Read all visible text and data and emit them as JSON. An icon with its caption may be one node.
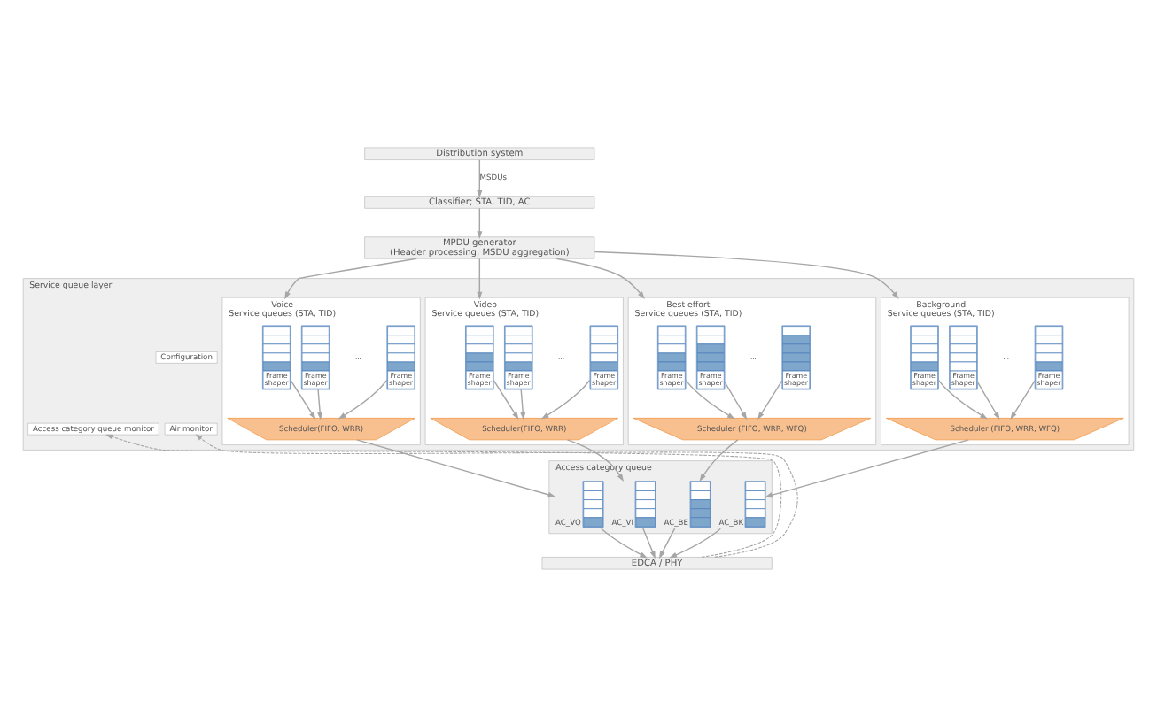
{
  "diagram": {
    "nodes": [
      {
        "text": [
          "Distribution system"
        ]
      },
      {
        "text": [
          "Classifier; STA, TID, AC"
        ]
      },
      {
        "text": [
          "MPDU generator",
          "(Header processing, MSDU aggregation)"
        ]
      },
      {
        "text": [
          "Service queue layer"
        ]
      },
      {
        "text": [
          "Configuration"
        ],
        "in": 3
      },
      {
        "text": [
          "Access category queue monitor"
        ],
        "in": 3
      },
      {
        "text": [
          "Air monitor"
        ],
        "in": 3
      },
      {
        "text": [
          "Voice",
          "Service queues (STA, TID)"
        ],
        "in": 3
      },
      {
        "text": [
          "Frame shaper"
        ],
        "in": 7
      },
      {
        "text": [
          "Frame shaper"
        ],
        "in": 7
      },
      {
        "text": [
          "Frame shaper"
        ],
        "in": 7
      },
      {
        "text": [
          "Scheduler(FIFO, WRR)"
        ],
        "in": 7
      },
      {
        "text": [
          "Video",
          "Service queues (STA, TID)"
        ],
        "in": 3
      },
      {
        "text": [
          "Frame shaper"
        ],
        "in": 12
      },
      {
        "text": [
          "Frame shaper"
        ],
        "in": 12
      },
      {
        "text": [
          "Frame shaper"
        ],
        "in": 12
      },
      {
        "text": [
          "Scheduler(FIFO, WRR)"
        ],
        "in": 12
      },
      {
        "text": [
          "Best effort",
          "Service queues (STA, TID)"
        ],
        "in": 3
      },
      {
        "text": [
          "Frame shaper"
        ],
        "in": 17
      },
      {
        "text": [
          "Frame shaper"
        ],
        "in": 17
      },
      {
        "text": [
          "Frame shaper"
        ],
        "in": 17
      },
      {
        "text": [
          "Scheduler (FIFO, WRR, WFQ)"
        ],
        "in": 17
      },
      {
        "text": [
          "Background",
          "Service queues (STA, TID)"
        ],
        "in": 3
      },
      {
        "text": [
          "Frame shaper"
        ],
        "in": 22
      },
      {
        "text": [
          "Frame shaper"
        ],
        "in": 22
      },
      {
        "text": [
          "Frame shaper"
        ],
        "in": 22
      },
      {
        "text": [
          "Scheduler (FIFO, WRR, WFQ)"
        ],
        "in": 22
      },
      {
        "text": [
          "Access category queue"
        ]
      },
      {
        "text": [],
        "shape": "bar",
        "in": 27,
        "beside": [
          "AC_VO"
        ]
      },
      {
        "text": [],
        "shape": "bar",
        "in": 27,
        "beside": [
          "AC_VI"
        ]
      },
      {
        "text": [],
        "shape": "bar",
        "in": 27,
        "beside": [
          "AC_BE"
        ]
      },
      {
        "text": [],
        "shape": "bar",
        "in": 27,
        "beside": [
          "AC_BK"
        ]
      },
      {
        "text": [
          "EDCA / PHY"
        ]
      }
    ],
    "edges": [
      {
        "from": 0,
        "to": 1,
        "arrow": "to",
        "label": "MSDUs"
      },
      {
        "from": 1,
        "to": 2,
        "arrow": "to"
      },
      {
        "from": 2,
        "to": 7,
        "arrow": "to"
      },
      {
        "from": 2,
        "to": 12,
        "arrow": "to"
      },
      {
        "from": 2,
        "to": 17,
        "arrow": "to"
      },
      {
        "from": 2,
        "to": 22,
        "arrow": "to"
      },
      {
        "from": 8,
        "to": 11,
        "arrow": "to"
      },
      {
        "from": 9,
        "to": 11,
        "arrow": "to"
      },
      {
        "from": 10,
        "to": 11,
        "arrow": "to"
      },
      {
        "from": 13,
        "to": 16,
        "arrow": "to"
      },
      {
        "from": 14,
        "to": 16,
        "arrow": "to"
      },
      {
        "from": 15,
        "to": 16,
        "arrow": "to"
      },
      {
        "from": 18,
        "to": 21,
        "arrow": "to"
      },
      {
        "from": 19,
        "to": 21,
        "arrow": "to"
      },
      {
        "from": 20,
        "to": 21,
        "arrow": "to"
      },
      {
        "from": 23,
        "to": 26,
        "arrow": "to"
      },
      {
        "from": 24,
        "to": 26,
        "arrow": "to"
      },
      {
        "from": 25,
        "to": 26,
        "arrow": "to"
      },
      {
        "from": 11,
        "to": 28,
        "arrow": "to"
      },
      {
        "from": 16,
        "to": 29,
        "arrow": "to"
      },
      {
        "from": 21,
        "to": 30,
        "arrow": "to"
      },
      {
        "from": 26,
        "to": 31,
        "arrow": "to"
      },
      {
        "from": 28,
        "to": 32,
        "arrow": "to"
      },
      {
        "from": 29,
        "to": 32,
        "arrow": "to"
      },
      {
        "from": 30,
        "to": 32,
        "arrow": "to"
      },
      {
        "from": 31,
        "to": 32,
        "arrow": "to"
      },
      {
        "from": 32,
        "to": 5,
        "arrow": "to",
        "style": "dashed"
      },
      {
        "from": 32,
        "to": 6,
        "arrow": "to",
        "style": "dashed"
      }
    ],
    "labels": [
      "...",
      "...",
      "...",
      "..."
    ]
  }
}
